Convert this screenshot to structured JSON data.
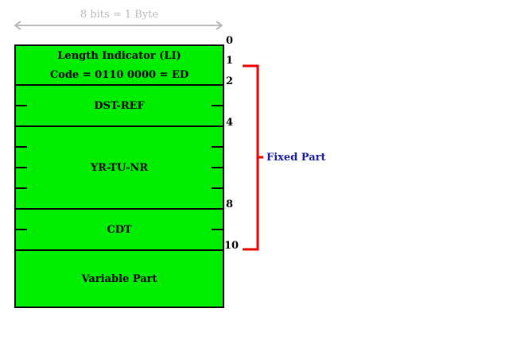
{
  "width_label": "8 bits = 1 Byte",
  "fields": [
    {
      "label": "Length Indicator (LI)"
    },
    {
      "label": "Code = 0110 0000 = ED"
    },
    {
      "label": "DST-REF"
    },
    {
      "label": "YR-TU-NR"
    },
    {
      "label": "CDT"
    },
    {
      "label": "Variable Part"
    }
  ],
  "offsets": [
    "0",
    "1",
    "2",
    "4",
    "8",
    "10"
  ],
  "fixed_part_label": "Fixed Part",
  "colors": {
    "field_fill": "#00ee00",
    "bracket": "#ee0000",
    "fixed_label": "#1a1aa6",
    "width_label": "#b8b8b8"
  }
}
